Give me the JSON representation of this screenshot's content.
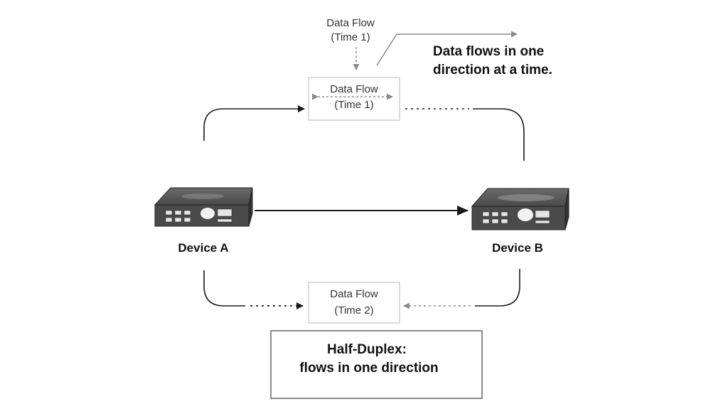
{
  "top_label": {
    "line1": "Data Flow",
    "line2": "(Time 1)"
  },
  "box_time1": {
    "line1": "Data Flow",
    "line2": "(Time 1)"
  },
  "box_time2": {
    "line1": "Data Flow",
    "line2": "(Time 2)"
  },
  "note": {
    "line1": "Data flows in one",
    "line2": "direction at a time."
  },
  "device_a": {
    "label": "Device A"
  },
  "device_b": {
    "label": "Device B"
  },
  "summary": {
    "line1": "Half-Duplex:",
    "line2": "flows in one direction"
  },
  "colors": {
    "line": "#1a1a1a",
    "dashed_gray": "#8a8a8a",
    "box_border": "#d0d0d0",
    "device_top": "#5a5a5a",
    "device_front": "#3a3a3a"
  }
}
